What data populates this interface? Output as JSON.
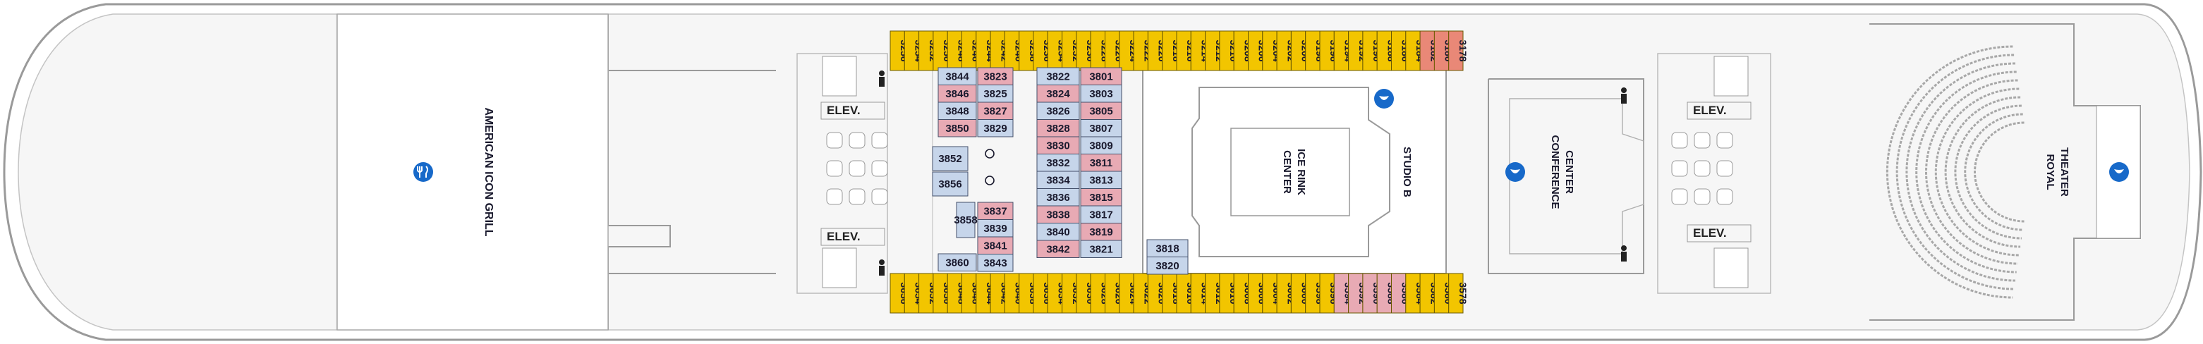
{
  "colors": {
    "hull_fill": "#ffffff",
    "hull_stroke": "#9a9a9a",
    "deck_fill": "#f2f2f2",
    "balcony": "#f2c500",
    "interior": "#c6d5ea",
    "ocean_view": "#e8aab4",
    "suite": "#e98877",
    "venue_icon": "#1769c9",
    "text": "#1a1a2e"
  },
  "venues": {
    "grill": "AMERICAN ICON GRILL",
    "rink_1": "CENTER",
    "rink_2": "ICE RINK",
    "studio": "STUDIO B",
    "conf_1": "CONFERENCE",
    "conf_2": "CENTER",
    "theater_1": "ROYAL",
    "theater_2": "THEATER"
  },
  "elevator_label": "ELEV.",
  "icons": [
    "restaurant-icon",
    "theater-mask-icon",
    "restroom-icon",
    "accessible-icon",
    "accessible-route-icon"
  ],
  "cabins_top": [
    "3256",
    "3254",
    "3252",
    "3250",
    "3248",
    "3246",
    "3244",
    "3242",
    "3240",
    "3238",
    "3236",
    "3234",
    "3232",
    "3230",
    "3228",
    "3226",
    "3224",
    "3222",
    "3220",
    "3218",
    "3216",
    "3214",
    "3212",
    "3210",
    "3208",
    "3206",
    "3204",
    "3202",
    "3200",
    "3198",
    "3196",
    "3194",
    "3192",
    "3190",
    "3188",
    "3186",
    "3184",
    "3182",
    "3180",
    "3178"
  ],
  "cabins_bottom": [
    "3656",
    "3654",
    "3652",
    "3650",
    "3648",
    "3646",
    "3644",
    "3642",
    "3640",
    "3638",
    "3636",
    "3634",
    "3632",
    "3630",
    "3628",
    "3626",
    "3624",
    "3622",
    "3620",
    "3618",
    "3616",
    "3614",
    "3612",
    "3610",
    "3608",
    "3606",
    "3604",
    "3602",
    "3600",
    "3598",
    "3596",
    "3594",
    "3592",
    "3590",
    "3588",
    "3586",
    "3584",
    "3582",
    "3580",
    "3578"
  ],
  "cabins_mid": {
    "col_a": [
      "3844",
      "3846",
      "3848",
      "3850"
    ],
    "col_b": [
      "3823",
      "3825",
      "3827",
      "3829"
    ],
    "col_c": [
      "3822",
      "3824",
      "3826",
      "3828",
      "3830",
      "3832",
      "3834",
      "3836",
      "3838",
      "3840",
      "3842"
    ],
    "col_d": [
      "3801",
      "3803",
      "3805",
      "3807",
      "3809",
      "3811",
      "3813",
      "3815",
      "3817",
      "3819",
      "3821"
    ],
    "lower_b": [
      "3837",
      "3839",
      "3841",
      "3843"
    ],
    "lower_a": [
      "3852",
      "3856",
      "3858",
      "3860"
    ],
    "pair": [
      "3818",
      "3820"
    ]
  }
}
